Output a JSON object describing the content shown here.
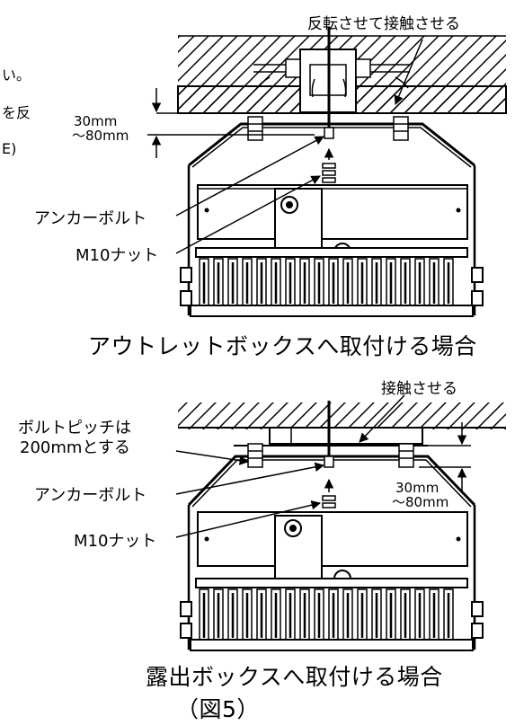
{
  "top": {
    "label_reverse_contact": "反転させて接触させる",
    "dim_line1": "30mm",
    "dim_line2": "～80mm",
    "anchor_bolt": "アンカーボルト",
    "nut": "M10ナット",
    "caption": "アウトレットボックスへ取付ける場合",
    "left_fragment_1": "い。",
    "left_fragment_2": "を反",
    "left_fragment_3": "E)"
  },
  "bottom": {
    "label_contact": "接触させる",
    "bolt_pitch_line1": "ボルトピッチは",
    "bolt_pitch_line2": "200mmとする",
    "anchor_bolt": "アンカーボルト",
    "nut": "M10ナット",
    "dim_line1": "30mm",
    "dim_line2": "～80mm",
    "caption": "露出ボックスへ取付ける場合"
  },
  "figure_number": "（図5）",
  "colors": {
    "ink": "#000000",
    "paper": "#ffffff"
  }
}
